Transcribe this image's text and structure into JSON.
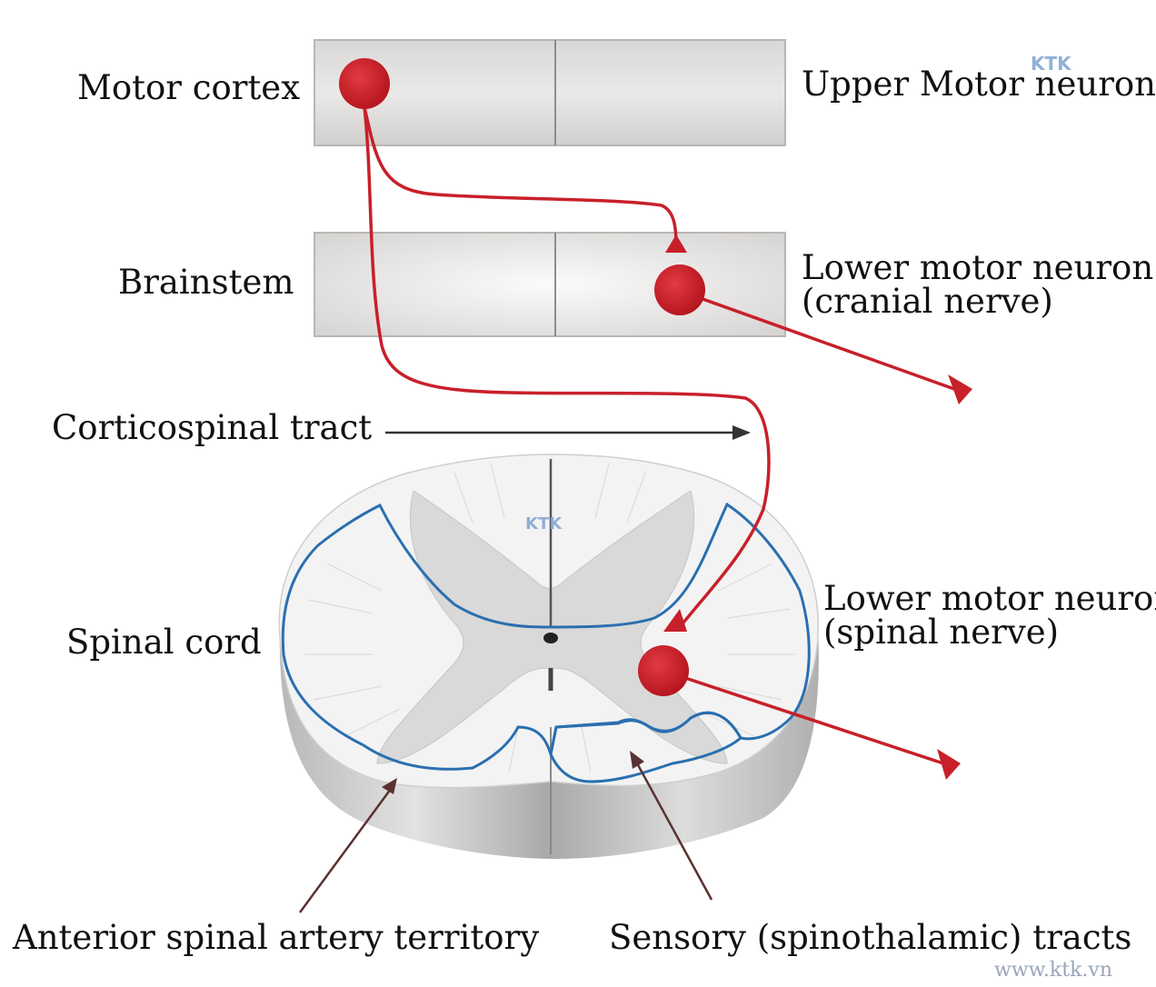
{
  "labels": {
    "motor_cortex": "Motor cortex",
    "upper_motor_neuron": "Upper Motor neuron",
    "brainstem": "Brainstem",
    "lower_motor_neuron_cranial_1": "Lower motor neuron",
    "lower_motor_neuron_cranial_2": "(cranial nerve)",
    "corticospinal_tract": "Corticospinal tract",
    "spinal_cord": "Spinal cord",
    "lower_motor_neuron_spinal_1": "Lower motor neuron",
    "lower_motor_neuron_spinal_2": "(spinal nerve)",
    "anterior_spinal_artery_territory": "Anterior spinal artery territory",
    "sensory_tracts": "Sensory (spinothalamic) tracts"
  },
  "watermark": {
    "logo": "KTK",
    "website": "www.ktk.vn"
  },
  "colors": {
    "neuron": "#c8202a",
    "territory_outline": "#2a6fb0",
    "box_fill": "#dedcda",
    "label_text": "#111111"
  }
}
